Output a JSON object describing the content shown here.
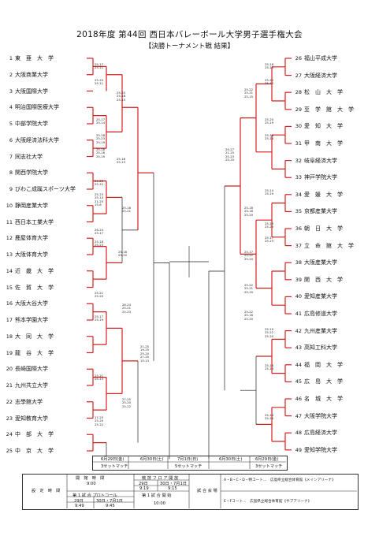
{
  "title": "2018年度 第44回 西日本バレーボール大学男子選手権大会",
  "subtitle": "【決勝トーナメント戦 結果】",
  "left_teams": [
    {
      "num": "1",
      "name": "東　亜　大　学"
    },
    {
      "num": "2",
      "name": "大阪商業大学"
    },
    {
      "num": "3",
      "name": "大阪国際大学"
    },
    {
      "num": "4",
      "name": "明治国際医療大学"
    },
    {
      "num": "5",
      "name": "中部学院大学"
    },
    {
      "num": "6",
      "name": "大阪経済法科大学"
    },
    {
      "num": "7",
      "name": "同志社大学"
    },
    {
      "num": "8",
      "name": "関西学院大学"
    },
    {
      "num": "9",
      "name": "びわこ成蹊スポーツ大学"
    },
    {
      "num": "10",
      "name": "静岡産業大学"
    },
    {
      "num": "11",
      "name": "西日本工業大学"
    },
    {
      "num": "12",
      "name": "鹿屋体育大学"
    },
    {
      "num": "13",
      "name": "大阪体育大学"
    },
    {
      "num": "14",
      "name": "近　畿　大　学"
    },
    {
      "num": "15",
      "name": "佐　賀　大　学"
    },
    {
      "num": "16",
      "name": "大阪大谷大学"
    },
    {
      "num": "17",
      "name": "熊本学園大学"
    },
    {
      "num": "18",
      "name": "大　同　大　学"
    },
    {
      "num": "19",
      "name": "龍　谷　大　学"
    },
    {
      "num": "20",
      "name": "長崎国際大学"
    },
    {
      "num": "21",
      "name": "九州共立大学"
    },
    {
      "num": "22",
      "name": "志學館大学"
    },
    {
      "num": "23",
      "name": "愛知教育大学"
    },
    {
      "num": "24",
      "name": "中　部　大　学"
    },
    {
      "num": "25",
      "name": "中　京　大　学"
    }
  ],
  "right_teams": [
    {
      "num": "26",
      "name": "福山平成大学"
    },
    {
      "num": "27",
      "name": "大阪経済大学"
    },
    {
      "num": "28",
      "name": "松　山　大　学"
    },
    {
      "num": "29",
      "name": "至　学　館　大　学"
    },
    {
      "num": "30",
      "name": "愛　知　大　学"
    },
    {
      "num": "31",
      "name": "甲　南　大　学"
    },
    {
      "num": "32",
      "name": "岐阜経済大学"
    },
    {
      "num": "33",
      "name": "神戸学院大学"
    },
    {
      "num": "34",
      "name": "愛　媛　大　学"
    },
    {
      "num": "35",
      "name": "京都産業大学"
    },
    {
      "num": "36",
      "name": "朝　日　大　学"
    },
    {
      "num": "37",
      "name": "立　命　館　大　学"
    },
    {
      "num": "38",
      "name": "大阪産業大学"
    },
    {
      "num": "39",
      "name": "関　西　大　学"
    },
    {
      "num": "40",
      "name": "愛知産業大学"
    },
    {
      "num": "41",
      "name": "広島修道大学"
    },
    {
      "num": "42",
      "name": "九州産業大学"
    },
    {
      "num": "43",
      "name": "高知工科大学"
    },
    {
      "num": "44",
      "name": "福　岡　大　学"
    },
    {
      "num": "45",
      "name": "広　島　大　学"
    },
    {
      "num": "46",
      "name": "名　城　大　学"
    },
    {
      "num": "47",
      "name": "大阪学院大学"
    },
    {
      "num": "48",
      "name": "広島経済大学"
    },
    {
      "num": "49",
      "name": "愛知学院大学"
    }
  ],
  "scores_left": [
    {
      "text": "25-17\n25-11"
    },
    {
      "text": "25-20\n25-11"
    },
    {
      "text": "25-20\n25-18\n25-13"
    },
    {
      "text": "25-17\n25-14"
    },
    {
      "text": "25-18\n25-23\n25-19"
    },
    {
      "text": "25-16\n25-16\n25-19"
    },
    {
      "text": "25-16\n25-13"
    },
    {
      "text": "21-25\n25-22"
    },
    {
      "text": "25-23\n25-14\n21-25\n15-6"
    },
    {
      "text": "25-18\n25-21"
    },
    {
      "text": "26-24\n25-17"
    },
    {
      "text": "25-18\n25-23"
    },
    {
      "text": "25-18\n25-20"
    },
    {
      "text": "25-21\n25-20"
    },
    {
      "text": "26-24\n25-21\n25-23"
    },
    {
      "text": "21-25\n19-25\n25-20\n27-25\n15-13"
    },
    {
      "text": "25-17\n25-19"
    },
    {
      "text": "25-21\n25-13"
    },
    {
      "text": "17-25\n25-20\n25-22"
    },
    {
      "text": "27-25\n25-20\n25-22"
    }
  ],
  "scores_right": [
    {
      "text": "25-16\n25-13"
    },
    {
      "text": "25-20\n25-15"
    },
    {
      "text": "25-22\n25-21\n25-15"
    },
    {
      "text": "25-20\n25-19"
    },
    {
      "text": "29-27\n21-25\n25-23\n25-20"
    },
    {
      "text": "25-18\n25-16"
    },
    {
      "text": "25-14\n25-19"
    },
    {
      "text": "25-18\n25-16\n25-20"
    },
    {
      "text": "25-19\n25-20"
    },
    {
      "text": "25-17\n25-23"
    },
    {
      "text": "25-17\n25-22\n25-20"
    },
    {
      "text": "25-22\n25-21\n25-20"
    },
    {
      "text": "25-22\n25-18\n25-20"
    },
    {
      "text": "25-19\n25-22\n25-20"
    },
    {
      "text": "25-18\n25-14"
    },
    {
      "text": "25-14\n25-18"
    }
  ],
  "dates": {
    "d1_left": "6月29日(金)",
    "d2_left": "6月30日(土)",
    "d3": "7月1日(日)",
    "d2_right": "6月30日(土)",
    "d1_right": "6月29日(金)",
    "match_left": "3セットマッチ",
    "match_center": "5セットマッチ",
    "match_right": "3セットマッチ"
  },
  "schedule": {
    "label": "設　定　時　間",
    "open_time": "開　館　時　間",
    "floor_open": "競 技 フ ロ ア 開 放",
    "open_val": "9:00",
    "floor_d1": "29日",
    "floor_d2": "30日・7月1日",
    "floor_v1": "9:19",
    "floor_v2": "9:15",
    "protocol": "第 1 試 合 プロトコール",
    "first_match": "第 1 試 合 開 始",
    "proto_d1": "29日",
    "proto_d2": "30日・7月1日",
    "proto_v1": "9:49",
    "proto_v2": "9:45",
    "first_val": "10:00",
    "venue_label": "試 合 会 場",
    "venue1": "A・B・C・D・特コート…　広島県立総合体育館《メインアリーナ》",
    "venue2": "E・Fコート…　広島県立総合体育館《サブアリーナ》"
  }
}
